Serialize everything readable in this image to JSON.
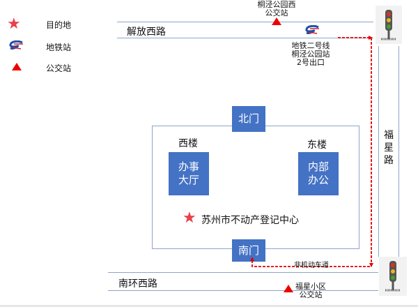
{
  "legend": [
    {
      "icon": "star-icon",
      "label": "目的地"
    },
    {
      "icon": "metro-icon",
      "label": "地铁站"
    },
    {
      "icon": "bus-stop-icon",
      "label": "公交站"
    }
  ],
  "roads": {
    "top": "解放西路",
    "bottom": "南环西路",
    "right": "福星路"
  },
  "bus_stops": {
    "top": [
      "桐泾公园西",
      "公交站"
    ],
    "bottom": [
      "福星小区",
      "公交站"
    ]
  },
  "metro": [
    "地铁二号线",
    "桐泾公园站",
    "2号出口"
  ],
  "gates": {
    "north": "北门",
    "south": "南门"
  },
  "buildings": {
    "west": {
      "name": "西楼",
      "label": [
        "办事",
        "大厅"
      ]
    },
    "east": {
      "name": "东楼",
      "label": [
        "内部",
        "办公"
      ]
    }
  },
  "destination": "苏州市不动产登记中心",
  "path_label": "非机动车道",
  "colors": {
    "accent": "#4472c4",
    "route": "#e00000",
    "road": "#8ea4c8"
  }
}
